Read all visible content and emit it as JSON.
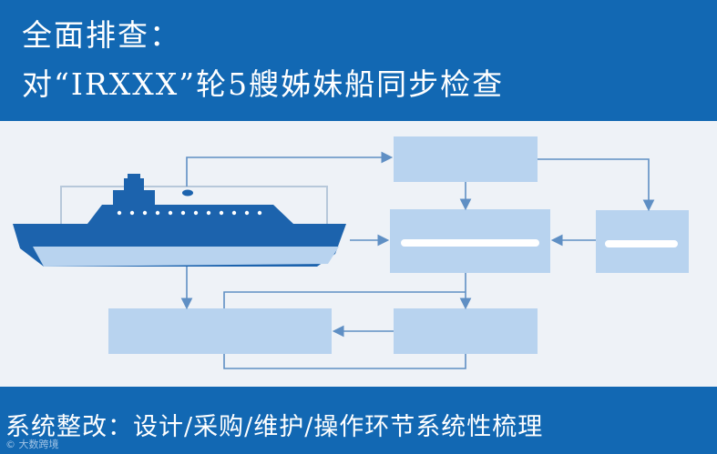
{
  "header": {
    "line1": "全面排查：",
    "line2": "对“IRXXX”轮5艘姊妹船同步检查"
  },
  "footer": {
    "text": "系统整改：设计/采购/维护/操作环节系统性梳理"
  },
  "watermark": {
    "text": "© 大数跨境"
  },
  "colors": {
    "band": "#1268b3",
    "panel": "#eef2f7",
    "box": "#b8d3ef",
    "ship_dark": "#1c63ad",
    "ship_light": "#b8d3ef",
    "connector": "#5f8fc4"
  }
}
